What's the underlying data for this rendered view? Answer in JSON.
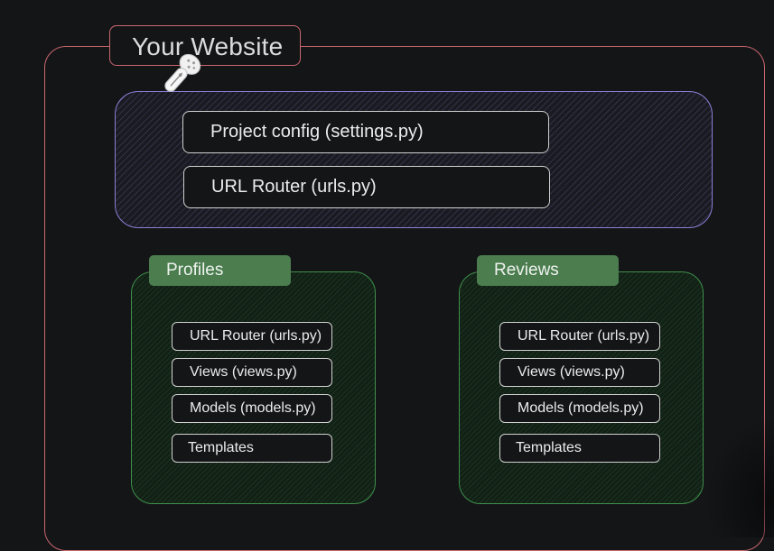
{
  "website": {
    "title": "Your Website"
  },
  "project": {
    "config_label": "Project config (settings.py)",
    "urls_label": "URL Router (urls.py)"
  },
  "apps": [
    {
      "name": "Profiles",
      "files": [
        "URL Router (urls.py)",
        "Views (views.py)",
        "Models (models.py)",
        "Templates"
      ]
    },
    {
      "name": "Reviews",
      "files": [
        "URL Router (urls.py)",
        "Views (views.py)",
        "Models (models.py)",
        "Templates"
      ]
    }
  ],
  "colors": {
    "background": "#141517",
    "website_border": "#c9666f",
    "project_border": "#8c7fd6",
    "app_border": "#3f8f4a",
    "app_tab": "#4b7d4f"
  },
  "icons": {
    "cursor": "pin-icon"
  }
}
